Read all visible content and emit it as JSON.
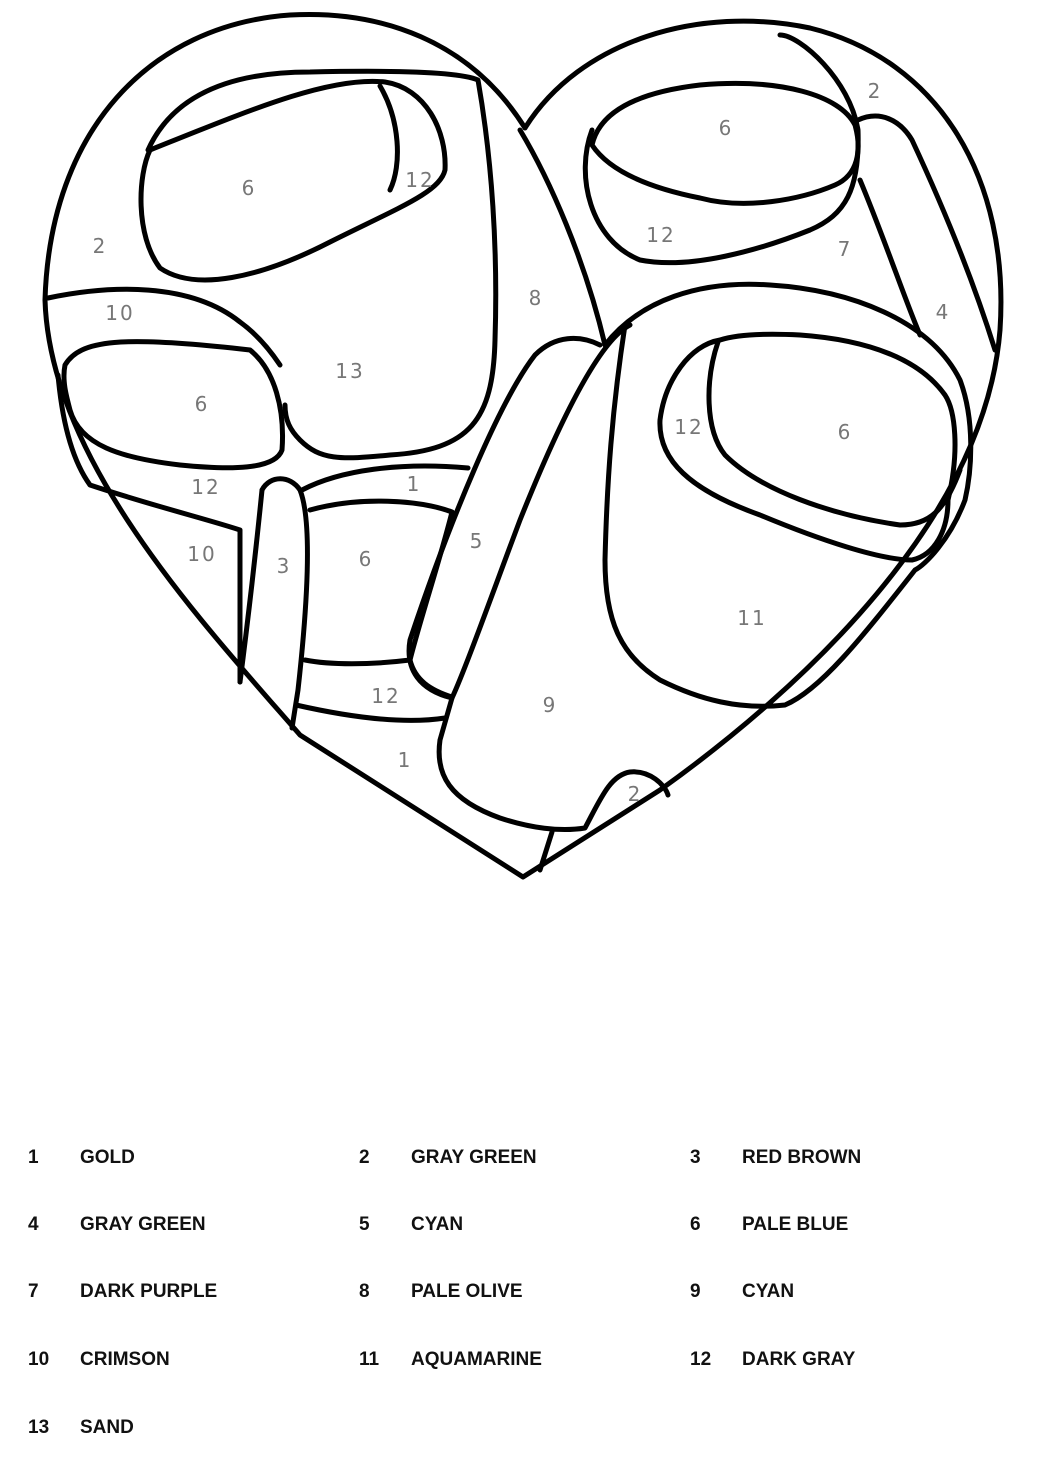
{
  "region_labels": [
    "2",
    "6",
    "12",
    "10",
    "6",
    "13",
    "8",
    "12",
    "1",
    "6",
    "5",
    "3",
    "10",
    "12",
    "1",
    "9",
    "2",
    "6",
    "12",
    "2",
    "7",
    "4",
    "12",
    "6",
    "11"
  ],
  "legend": [
    {
      "num": "1",
      "name": "GOLD"
    },
    {
      "num": "2",
      "name": "GRAY GREEN"
    },
    {
      "num": "3",
      "name": "RED BROWN"
    },
    {
      "num": "4",
      "name": "GRAY GREEN"
    },
    {
      "num": "5",
      "name": "CYAN"
    },
    {
      "num": "6",
      "name": "PALE BLUE"
    },
    {
      "num": "7",
      "name": "DARK PURPLE"
    },
    {
      "num": "8",
      "name": "PALE OLIVE"
    },
    {
      "num": "9",
      "name": "CYAN"
    },
    {
      "num": "10",
      "name": "CRIMSON"
    },
    {
      "num": "11",
      "name": "AQUAMARINE"
    },
    {
      "num": "12",
      "name": "DARK GRAY"
    },
    {
      "num": "13",
      "name": "SAND"
    }
  ]
}
